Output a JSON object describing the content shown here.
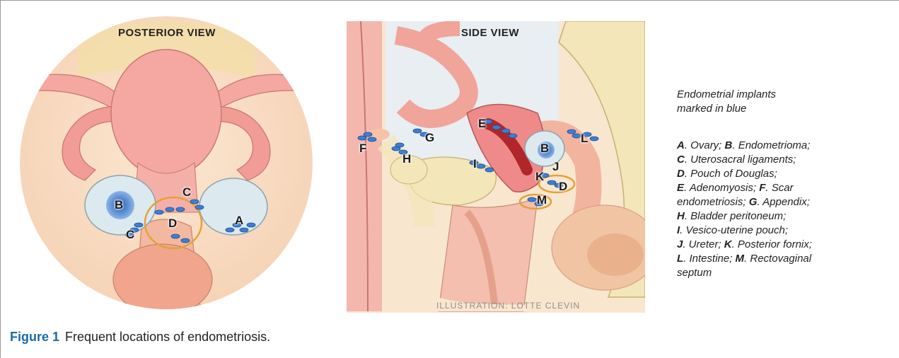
{
  "views": {
    "posterior_title": "POSTERIOR VIEW",
    "side_title": "SIDE VIEW"
  },
  "posterior_labels": {
    "A": "A",
    "B": "B",
    "C1": "C",
    "C2": "C",
    "D": "D"
  },
  "side_labels": {
    "B": "B",
    "D": "D",
    "E": "E",
    "F": "F",
    "G": "G",
    "H": "H",
    "I": "I",
    "J": "J",
    "K": "K",
    "L": "L",
    "M": "M"
  },
  "credit": "ILLUSTRATION: LOTTE CLEVIN",
  "legend": {
    "intro_line1": "Endometrial implants",
    "intro_line2": "marked in blue",
    "items": [
      {
        "key": "A",
        "text": ". Ovary; "
      },
      {
        "key": "B",
        "text": ". Endometrioma;"
      },
      {
        "key": "C",
        "text": ". Uterosacral ligaments;"
      },
      {
        "key": "D",
        "text": ". Pouch of Douglas;"
      },
      {
        "key": "E",
        "text": ". Adenomyosis; "
      },
      {
        "key": "F",
        "text": ". Scar"
      },
      {
        "key": "",
        "text": "endometriosis; "
      },
      {
        "key": "G",
        "text": ". Appendix;"
      },
      {
        "key": "H",
        "text": ". Bladder peritoneum;"
      },
      {
        "key": "I",
        "text": ". Vesico-uterine pouch;"
      },
      {
        "key": "J",
        "text": ". Ureter; "
      },
      {
        "key": "K",
        "text": ". Posterior fornix;"
      },
      {
        "key": "L",
        "text": ". Intestine; "
      },
      {
        "key": "M",
        "text": ". Rectovaginal"
      },
      {
        "key": "",
        "text": "septum"
      }
    ]
  },
  "caption": {
    "number": "Figure 1",
    "text": "Frequent locations of endometriosis."
  },
  "colors": {
    "implant": "#3d7fd0",
    "circle": "#e2a23a",
    "uterus": "#f2a7a0",
    "skin": "#f9e2c9",
    "number": "#1a6aa6"
  }
}
